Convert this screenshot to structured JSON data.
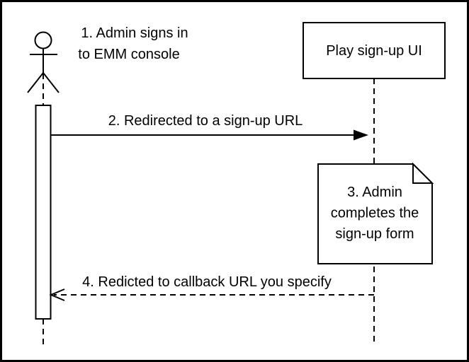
{
  "diagram": {
    "kind": "uml-sequence-diagram",
    "colors": {
      "stroke": "#000000",
      "text": "#000000",
      "background": "#ffffff",
      "note_fold_fill": "#f2f2f2"
    },
    "actor": {
      "annotation": {
        "line1": "1. Admin signs in",
        "line2": "to EMM console"
      }
    },
    "participant": {
      "label": "Play sign-up UI"
    },
    "messages": [
      {
        "label": "2. Redirected to a sign-up URL",
        "style": "solid",
        "direction": "left-to-right"
      },
      {
        "label": "4. Redicted to callback URL you specify",
        "style": "dashed",
        "direction": "right-to-left"
      }
    ],
    "note": {
      "line1": "3. Admin",
      "line2": "completes the",
      "line3": "sign-up form"
    }
  }
}
